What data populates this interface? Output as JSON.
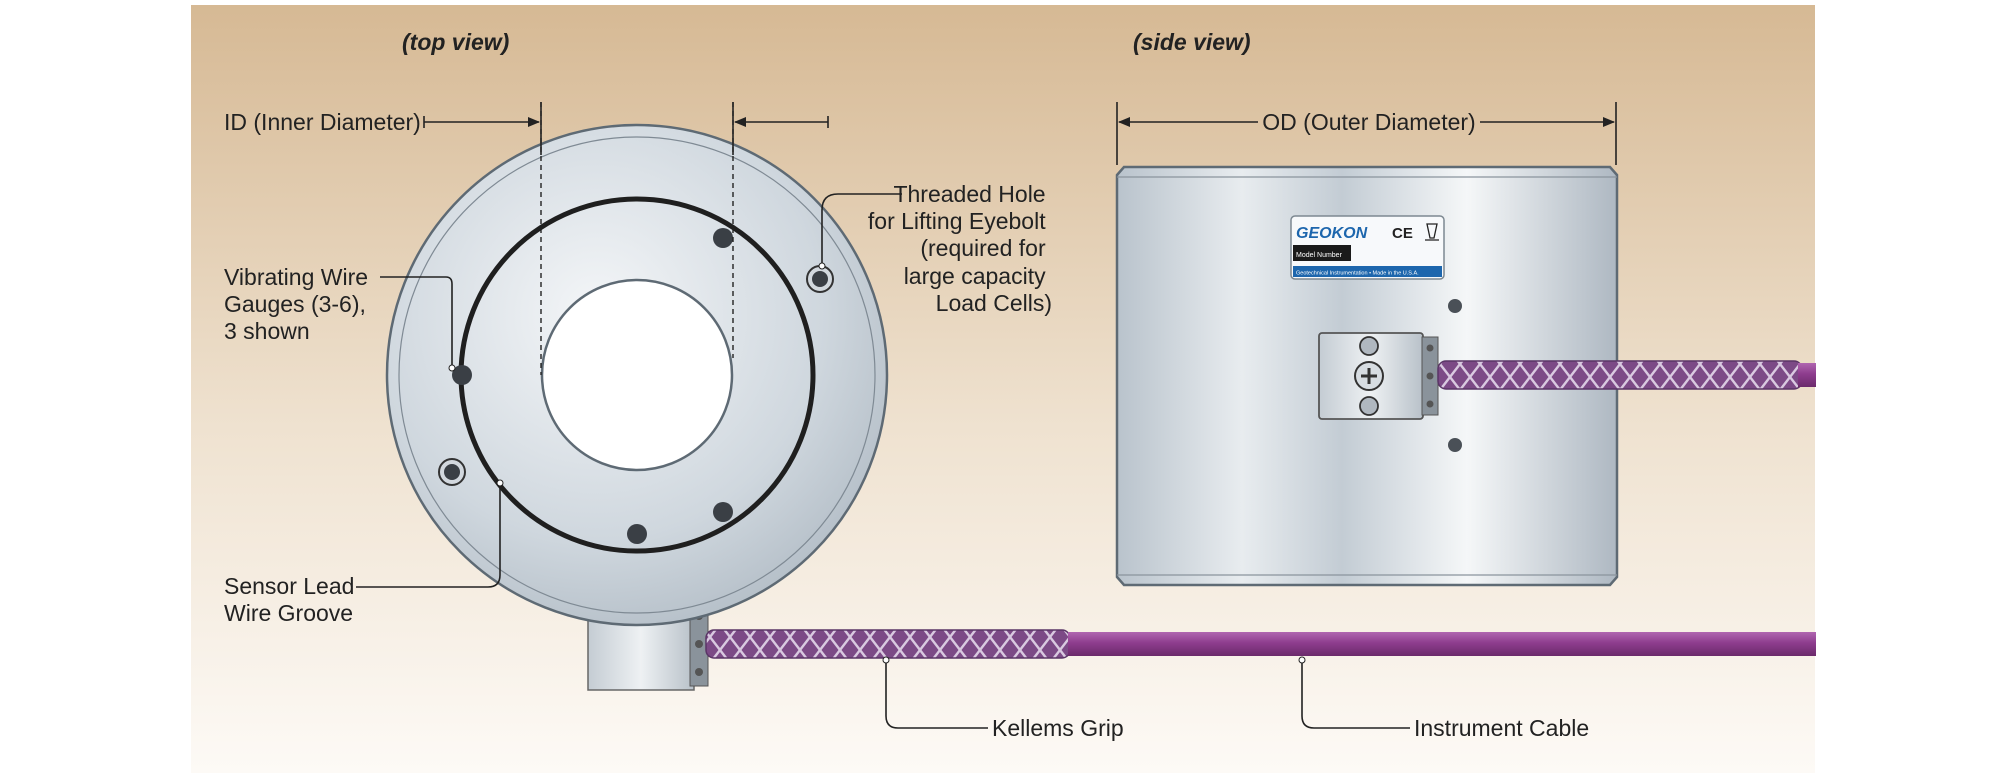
{
  "views": {
    "top_view": "(top view)",
    "side_view": "(side view)"
  },
  "dimensions": {
    "inner_diameter": "ID (Inner Diameter)",
    "outer_diameter": "OD (Outer Diameter)"
  },
  "callouts": {
    "gauges": [
      "Vibrating Wire",
      "Gauges (3-6),",
      "3 shown"
    ],
    "threaded_hole": [
      "Threaded Hole",
      "for Lifting Eyebolt",
      "(required for",
      "large capacity",
      "Load Cells)"
    ],
    "groove": [
      "Sensor Lead",
      "Wire Groove"
    ],
    "kellems": "Kellems Grip",
    "cable": "Instrument Cable"
  },
  "nameplate": {
    "brand": "GEOKON",
    "marks": "CE",
    "model_label": "Model Number",
    "footer": "Geotechnical Instrumentation • Made in the U.S.A."
  },
  "colors": {
    "background_top": "#d6b994",
    "background_bottom": "#fdfaf6",
    "cable": "#8e3d8e",
    "steel": "#c7d0d8",
    "brand_blue": "#1d66ad"
  }
}
